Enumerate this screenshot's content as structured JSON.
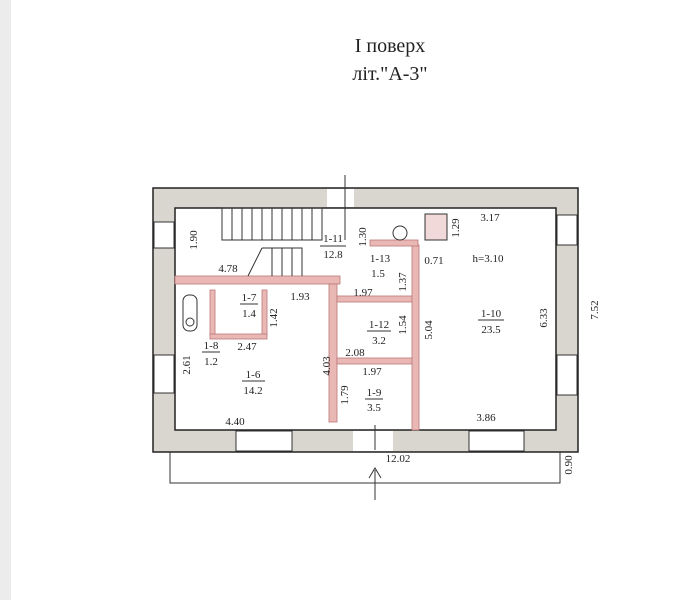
{
  "title": {
    "line1": "І поверх",
    "line2": "літ.\"А-3\""
  },
  "rooms": [
    {
      "id": "1-6",
      "area": "14.2"
    },
    {
      "id": "1-7",
      "area": "1.4"
    },
    {
      "id": "1-8",
      "area": "1.2"
    },
    {
      "id": "1-9",
      "area": "3.5"
    },
    {
      "id": "1-10",
      "area": "23.5"
    },
    {
      "id": "1-11",
      "area": "12.8"
    },
    {
      "id": "1-12",
      "area": "3.2"
    },
    {
      "id": "1-13",
      "area": "1.5"
    }
  ],
  "ceiling_height": "h=3.10",
  "dimensions": {
    "d190": "1.90",
    "d478": "4.78",
    "d130": "1.30",
    "d071": "0.71",
    "d129": "1.29",
    "d317": "3.17",
    "d137": "1.37",
    "d193": "1.93",
    "d197a": "1.97",
    "d142": "1.42",
    "d154": "1.54",
    "d504": "5.04",
    "d633": "6.33",
    "d752": "7.52",
    "d247": "2.47",
    "d261": "2.61",
    "d403": "4.03",
    "d208": "2.08",
    "d197b": "1.97",
    "d179": "1.79",
    "d440": "4.40",
    "d386": "3.86",
    "d1202": "12.02",
    "d090": "0.90"
  }
}
